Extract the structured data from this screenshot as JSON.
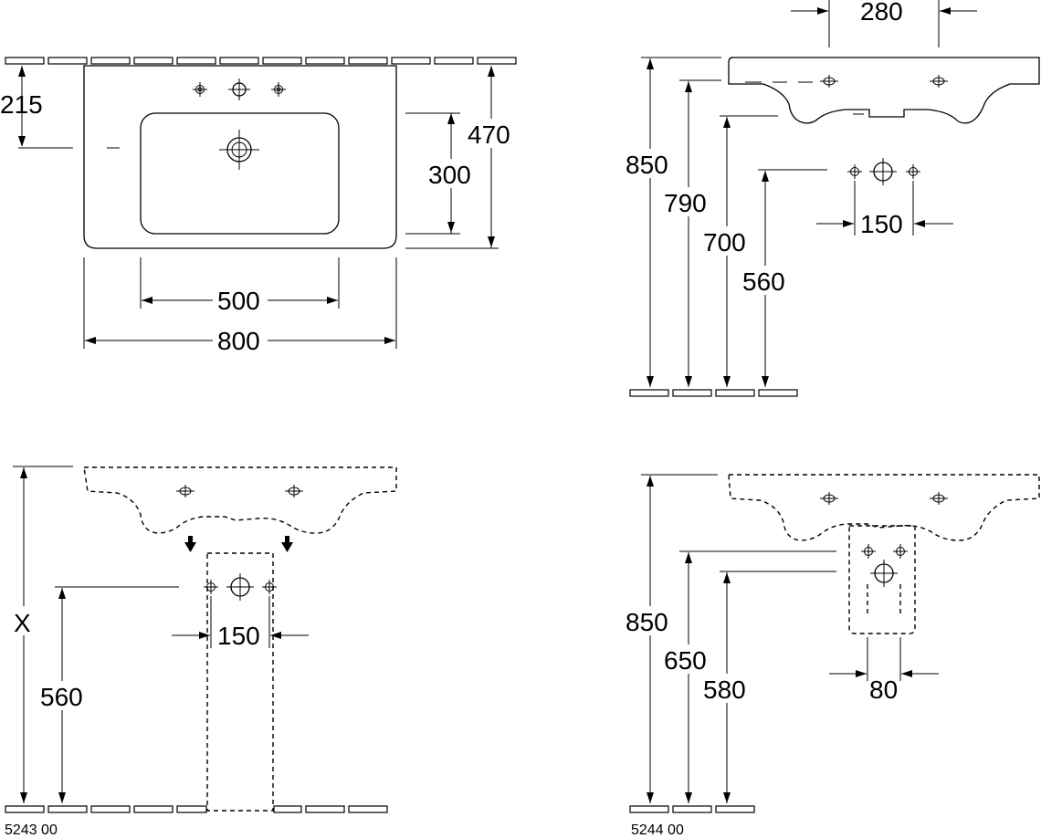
{
  "top_view": {
    "dim_215": "215",
    "dim_470": "470",
    "dim_300": "300",
    "dim_500": "500",
    "dim_800": "800"
  },
  "side_view": {
    "dim_280": "280",
    "dim_850": "850",
    "dim_790": "790",
    "dim_700": "700",
    "dim_560": "560",
    "dim_150": "150"
  },
  "pedestal_view": {
    "dim_x": "X",
    "dim_560": "560",
    "dim_150": "150",
    "product_code": "5243 00"
  },
  "semipedestal_view": {
    "dim_850": "850",
    "dim_650": "650",
    "dim_580": "580",
    "dim_80": "80",
    "product_code": "5244 00"
  }
}
